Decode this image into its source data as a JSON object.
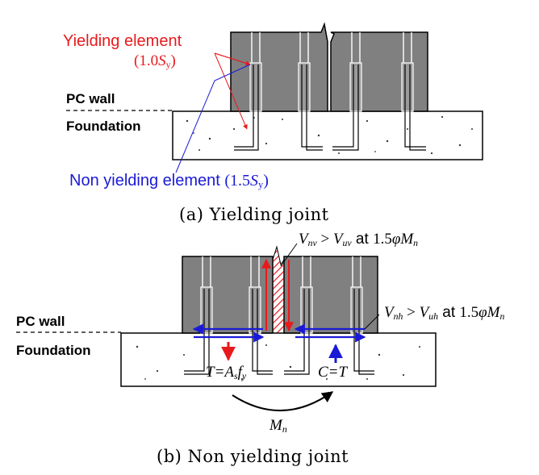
{
  "top": {
    "yielding_label": "Yielding element",
    "yielding_factor": "(1.0",
    "yielding_factor_sym": "S",
    "yielding_factor_sub": "y",
    "yielding_factor_close": ")",
    "pc_wall_label": "PC wall",
    "foundation_label": "Foundation",
    "non_yielding_label": "Non yielding element",
    "non_yielding_factor": "(1.5",
    "non_yielding_factor_sym": "S",
    "non_yielding_factor_sub": "y",
    "non_yielding_factor_close": ")",
    "caption": "(a) Yielding joint"
  },
  "bottom": {
    "pc_wall_label": "PC wall",
    "foundation_label": "Foundation",
    "vnv_eq": {
      "lhs": "V",
      "lhs_sub": "nv",
      "op": " > ",
      "rhs": "V",
      "rhs_sub": "uv",
      "at": " at ",
      "coef": "1.5",
      "phi": "φ",
      "m": "M",
      "m_sub": "n"
    },
    "vnh_eq": {
      "lhs": "V",
      "lhs_sub": "nh",
      "op": " > ",
      "rhs": "V",
      "rhs_sub": "uh",
      "at": " at ",
      "coef": "1.5",
      "phi": "φ",
      "m": "M",
      "m_sub": "n"
    },
    "tension_label": "T=A",
    "tension_sub": "s",
    "tension_f": "f",
    "tension_f_sub": "y",
    "compression_label": "C=T",
    "moment_label": "M",
    "moment_sub": "n",
    "caption": "(b) Non yielding joint"
  },
  "colors": {
    "wall": "#808080",
    "yield_red": "#e8191c",
    "non_yield_blue": "#1a1ad6",
    "text": "#000000"
  }
}
